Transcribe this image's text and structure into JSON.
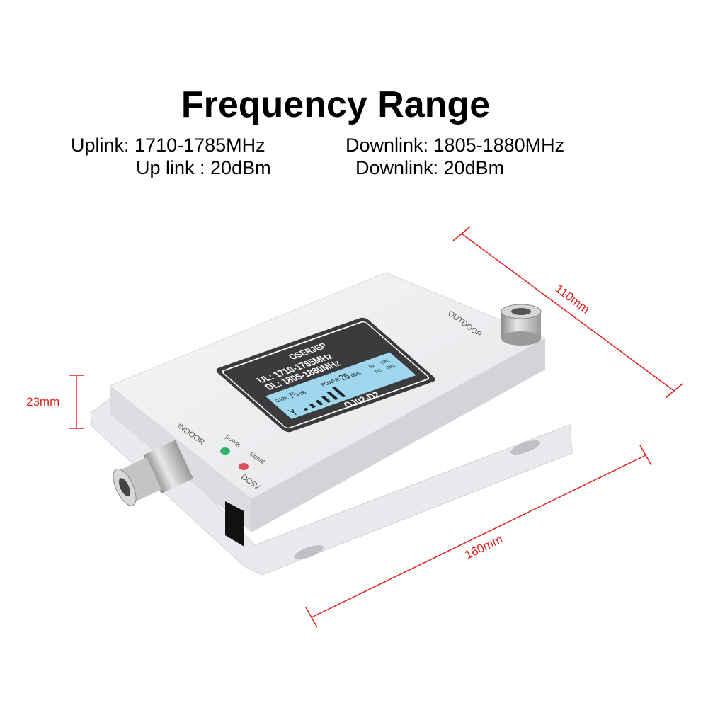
{
  "header": {
    "title": "Frequency Range",
    "uplink_freq": "Uplink: 1710-1785MHz",
    "downlink_freq": "Downlink: 1805-1880MHz",
    "uplink_power": "Up link : 20dBm",
    "downlink_power": "Downlink: 20dBm"
  },
  "dimensions": {
    "length": "160mm",
    "width": "110mm",
    "height": "23mm",
    "line_color": "#e0201c"
  },
  "device": {
    "brand": "OSERJEP",
    "ul": "UL: 1710-1785MHz",
    "dl": "DL: 1805-1880MHz",
    "gain_label": "GAIN:",
    "gain_value": "75",
    "gain_unit": "dB",
    "power_label": "POWER:",
    "power_value": "25",
    "power_unit": "dBm",
    "v5": "5V",
    "ok1": "(OK)",
    "alc": "AlC",
    "ok2": "(OK)",
    "model": "OJ02-D2",
    "port_outdoor": "OUTDOOR",
    "port_indoor": "INDOOR",
    "led_power": "power",
    "led_signal": "signal",
    "dc_label": "DC5V",
    "power_led_color": "#2fb36a",
    "signal_led_color": "#d9505a",
    "screen_color": "#9fd8ee"
  }
}
